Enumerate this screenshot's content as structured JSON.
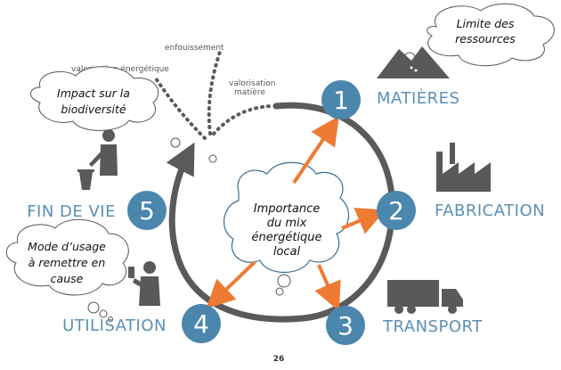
{
  "stages": [
    {
      "number": "1",
      "label": "MATIÈRES"
    },
    {
      "number": "2",
      "label": "FABRICATION"
    },
    {
      "number": "3",
      "label": "TRANSPORT"
    },
    {
      "number": "4",
      "label": "UTILISATION"
    },
    {
      "number": "5",
      "label": "FIN DE VIE"
    }
  ],
  "end_of_life_paths": {
    "energy": "valorisation énergétique",
    "landfill": "enfouissement",
    "material_line1": "valorisation",
    "material_line2": "matière"
  },
  "clouds": {
    "resources": [
      "Limite des",
      "ressources"
    ],
    "biodiversity": [
      "Impact sur la",
      "biodiversité"
    ],
    "usage": [
      "Mode d’usage",
      "à remettre en",
      "cause"
    ],
    "center": [
      "Importance",
      "du mix",
      "énergétique",
      "local"
    ]
  },
  "page_number": "26",
  "colors": {
    "stage_circle": "#4b86ad",
    "stage_label": "#5b8fb4",
    "arrow": "#ee7a33",
    "cycle": "#5a5a5a",
    "icon": "#595959"
  },
  "icons": [
    "mountain-icon",
    "factory-icon",
    "truck-icon",
    "phone-user-icon",
    "trash-user-icon"
  ]
}
